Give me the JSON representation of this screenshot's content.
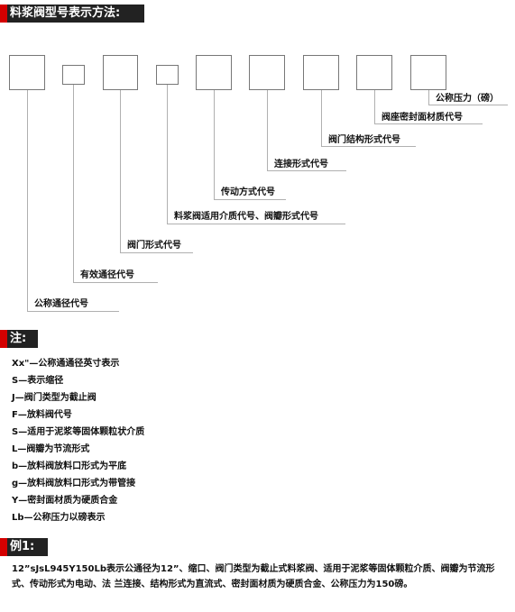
{
  "section1": {
    "title": "料浆阀型号表示方法:"
  },
  "labels": [
    "公称压力（磅）",
    "阀座密封面材质代号",
    "阀门结构形式代号",
    "连接形式代号",
    "传动方式代号",
    "料浆阀适用介质代号、阀瓣形式代号",
    "阀门形式代号",
    "有效通径代号",
    "公称通径代号"
  ],
  "section2": {
    "title": "注:",
    "notes": [
      "Xx\"—公称通通径英寸表示",
      "S—表示缩径",
      "J—阀门类型为截止阀",
      "F—放料阀代号",
      "S—适用于泥浆等固体颗粒状介质",
      "L—阀瓣为节流形式",
      "b—放料阀放料口形式为平底",
      "g—放料阀放料口形式为带管接",
      "Y—密封面材质为硬质合金",
      "Lb—公称压力以磅表示"
    ]
  },
  "section3": {
    "title": "例1:",
    "text": "12”sJsL945Y150Lb表示公通径为12”、缩口、阀门类型为截止式料浆阀、适用于泥浆等固体颗粒介质、阀瓣为节流形式、传动形式为电动、法 兰连接、结构形式为直流式、密封面材质为硬质合金、公称压力为150磅。"
  }
}
